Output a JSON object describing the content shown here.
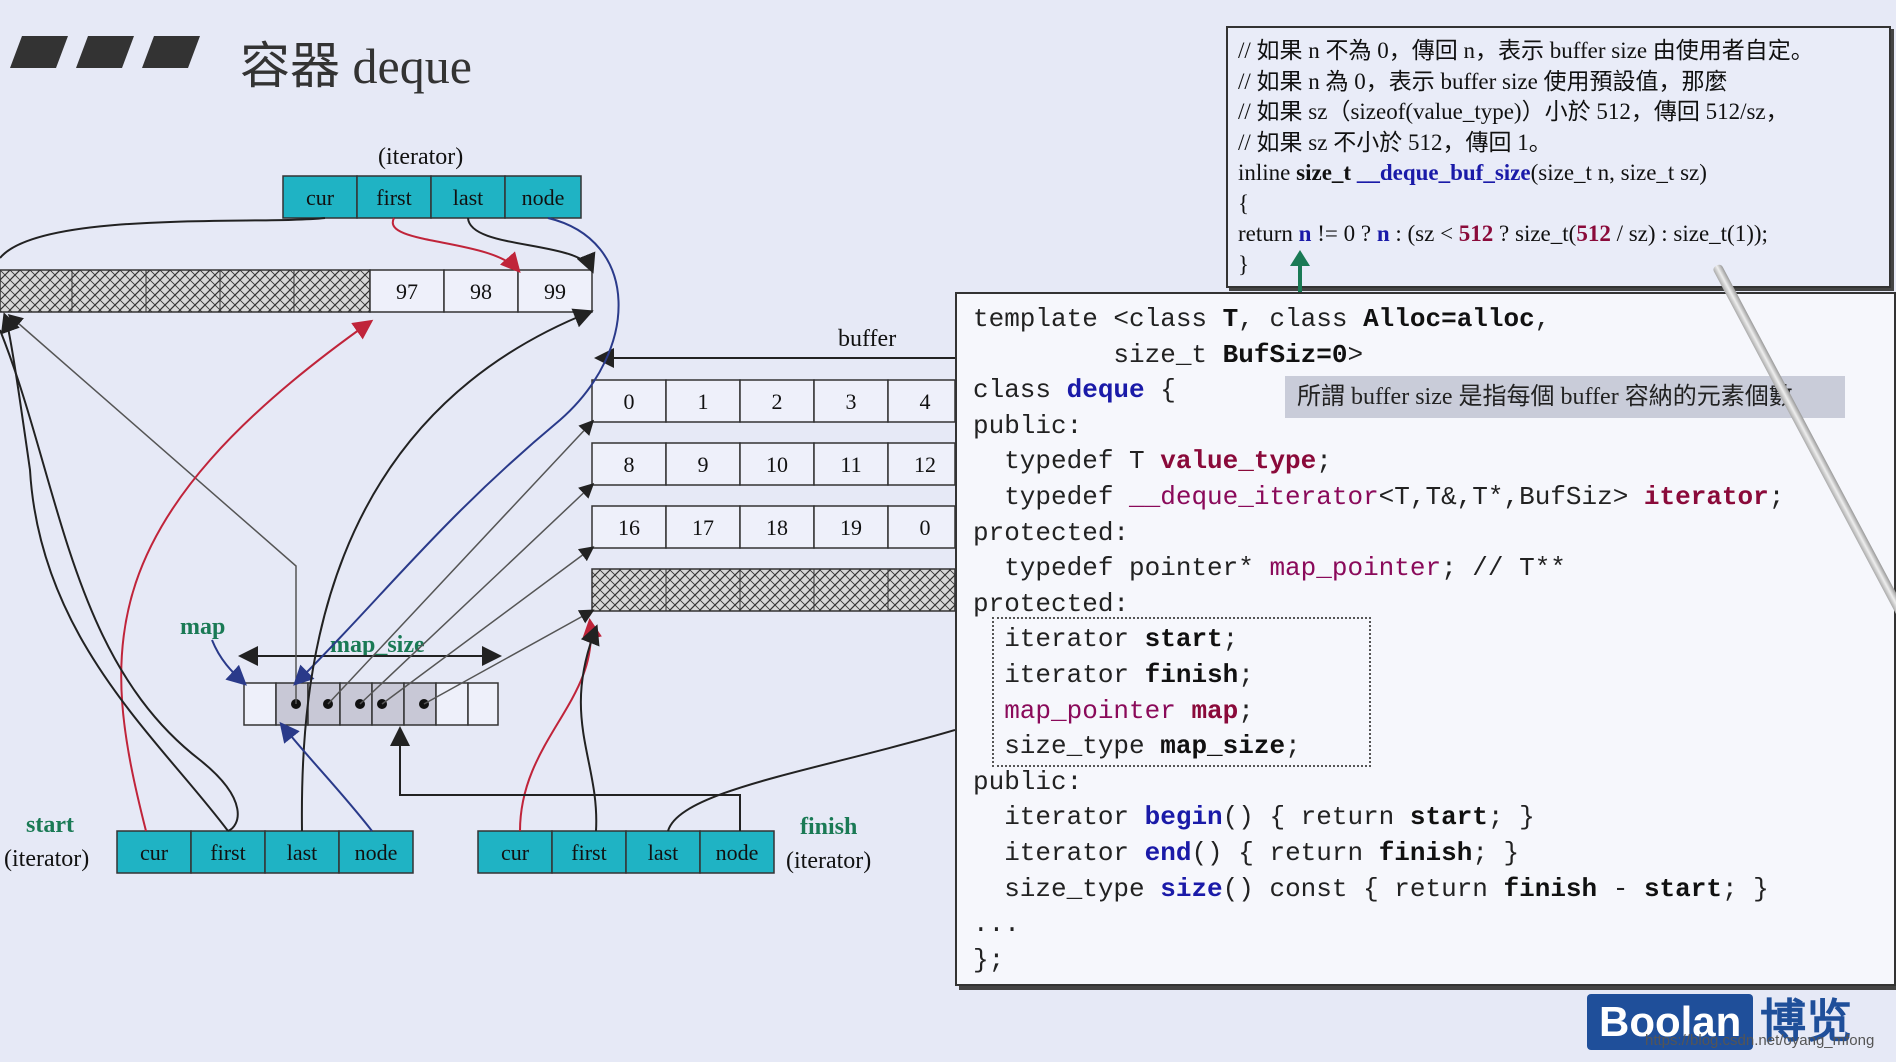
{
  "title": "容器 deque",
  "top_iterator": {
    "label": "(iterator)",
    "fields": [
      "cur",
      "first",
      "last",
      "node"
    ]
  },
  "top_buffer_values": [
    "97",
    "98",
    "99"
  ],
  "buffer_label": "buffer",
  "buffers": [
    [
      "0",
      "1",
      "2",
      "3",
      "4"
    ],
    [
      "8",
      "9",
      "10",
      "11",
      "12"
    ],
    [
      "16",
      "17",
      "18",
      "19",
      "0"
    ]
  ],
  "map_label": "map",
  "map_size_label": "map_size",
  "start": {
    "label": "start",
    "sublabel": "(iterator)",
    "fields": [
      "cur",
      "first",
      "last",
      "node"
    ]
  },
  "finish": {
    "label": "finish",
    "sublabel": "(iterator)",
    "fields": [
      "cur",
      "first",
      "last",
      "node"
    ]
  },
  "note": {
    "lines": [
      "// 如果 n 不為 0，傳回 n，表示 buffer size 由使用者自定。",
      "// 如果 n 為 0，表示 buffer size 使用預設值，那麼",
      "//    如果 sz（sizeof(value_type)）小於 512，傳回 512/sz，",
      "//    如果 sz 不小於 512，傳回 1。"
    ],
    "fn_pre": "inline ",
    "fn_type": "size_t ",
    "fn_name": "__deque_buf_size",
    "fn_args": "(size_t n, size_t sz)",
    "open": "{",
    "ret_a": " return ",
    "ret_n1": "n",
    "ret_b": " != 0 ? ",
    "ret_n2": "n",
    "ret_c": " : (sz < ",
    "ret_512a": "512",
    "ret_d": " ? size_t(",
    "ret_512b": "512",
    "ret_e": " / sz) : size_t(1));",
    "close": "}"
  },
  "code": {
    "l1a": "template <class ",
    "l1b": "T",
    "l1c": ", class ",
    "l1d": "Alloc=alloc",
    "l1e": ",",
    "l2a": "         size_t ",
    "l2b": "BufSiz=0",
    "l2c": ">",
    "l3a": "class ",
    "l3b": "deque",
    "l3c": " {",
    "l4": "public:",
    "l5a": "  typedef T ",
    "l5b": "value_type",
    "l5c": ";",
    "l6a": "  typedef ",
    "l6b": "__deque_iterator",
    "l6c": "<T,T&,T*,BufSiz> ",
    "l6d": "iterator",
    "l6e": ";",
    "l7": "protected:",
    "l8a": "  typedef pointer* ",
    "l8b": "map_pointer",
    "l8c": "; // T**",
    "l9": "protected:",
    "l10a": "  iterator ",
    "l10b": "start",
    "l10c": ";",
    "l11a": "  iterator ",
    "l11b": "finish",
    "l11c": ";",
    "l12a": "  map_pointer ",
    "l12b": "map",
    "l12c": ";",
    "l13a": "  size_type ",
    "l13b": "map_size",
    "l13c": ";",
    "l14": "public:",
    "l15a": "  iterator ",
    "l15b": "begin",
    "l15c": "() { return ",
    "l15d": "start",
    "l15e": "; }",
    "l16a": "  iterator ",
    "l16b": "end",
    "l16c": "() { return ",
    "l16d": "finish",
    "l16e": "; }",
    "l17a": "  size_type ",
    "l17b": "size",
    "l17c": "() const { return ",
    "l17d": "finish",
    "l17e": " - ",
    "l17f": "start",
    "l17g": "; }",
    "l18": "...",
    "l19": "};"
  },
  "hint": "所謂 buffer size 是指每個 buffer 容納的元素個數",
  "logo": "Boolan",
  "logo_cn": "博览",
  "url": "https://blog.csdn.net/oyang_mfong",
  "colors": {
    "cell_fill": "#1fb3c4",
    "accent_green": "#1a7a55",
    "arrow_red": "#c0243a",
    "arrow_dark": "#222222"
  }
}
